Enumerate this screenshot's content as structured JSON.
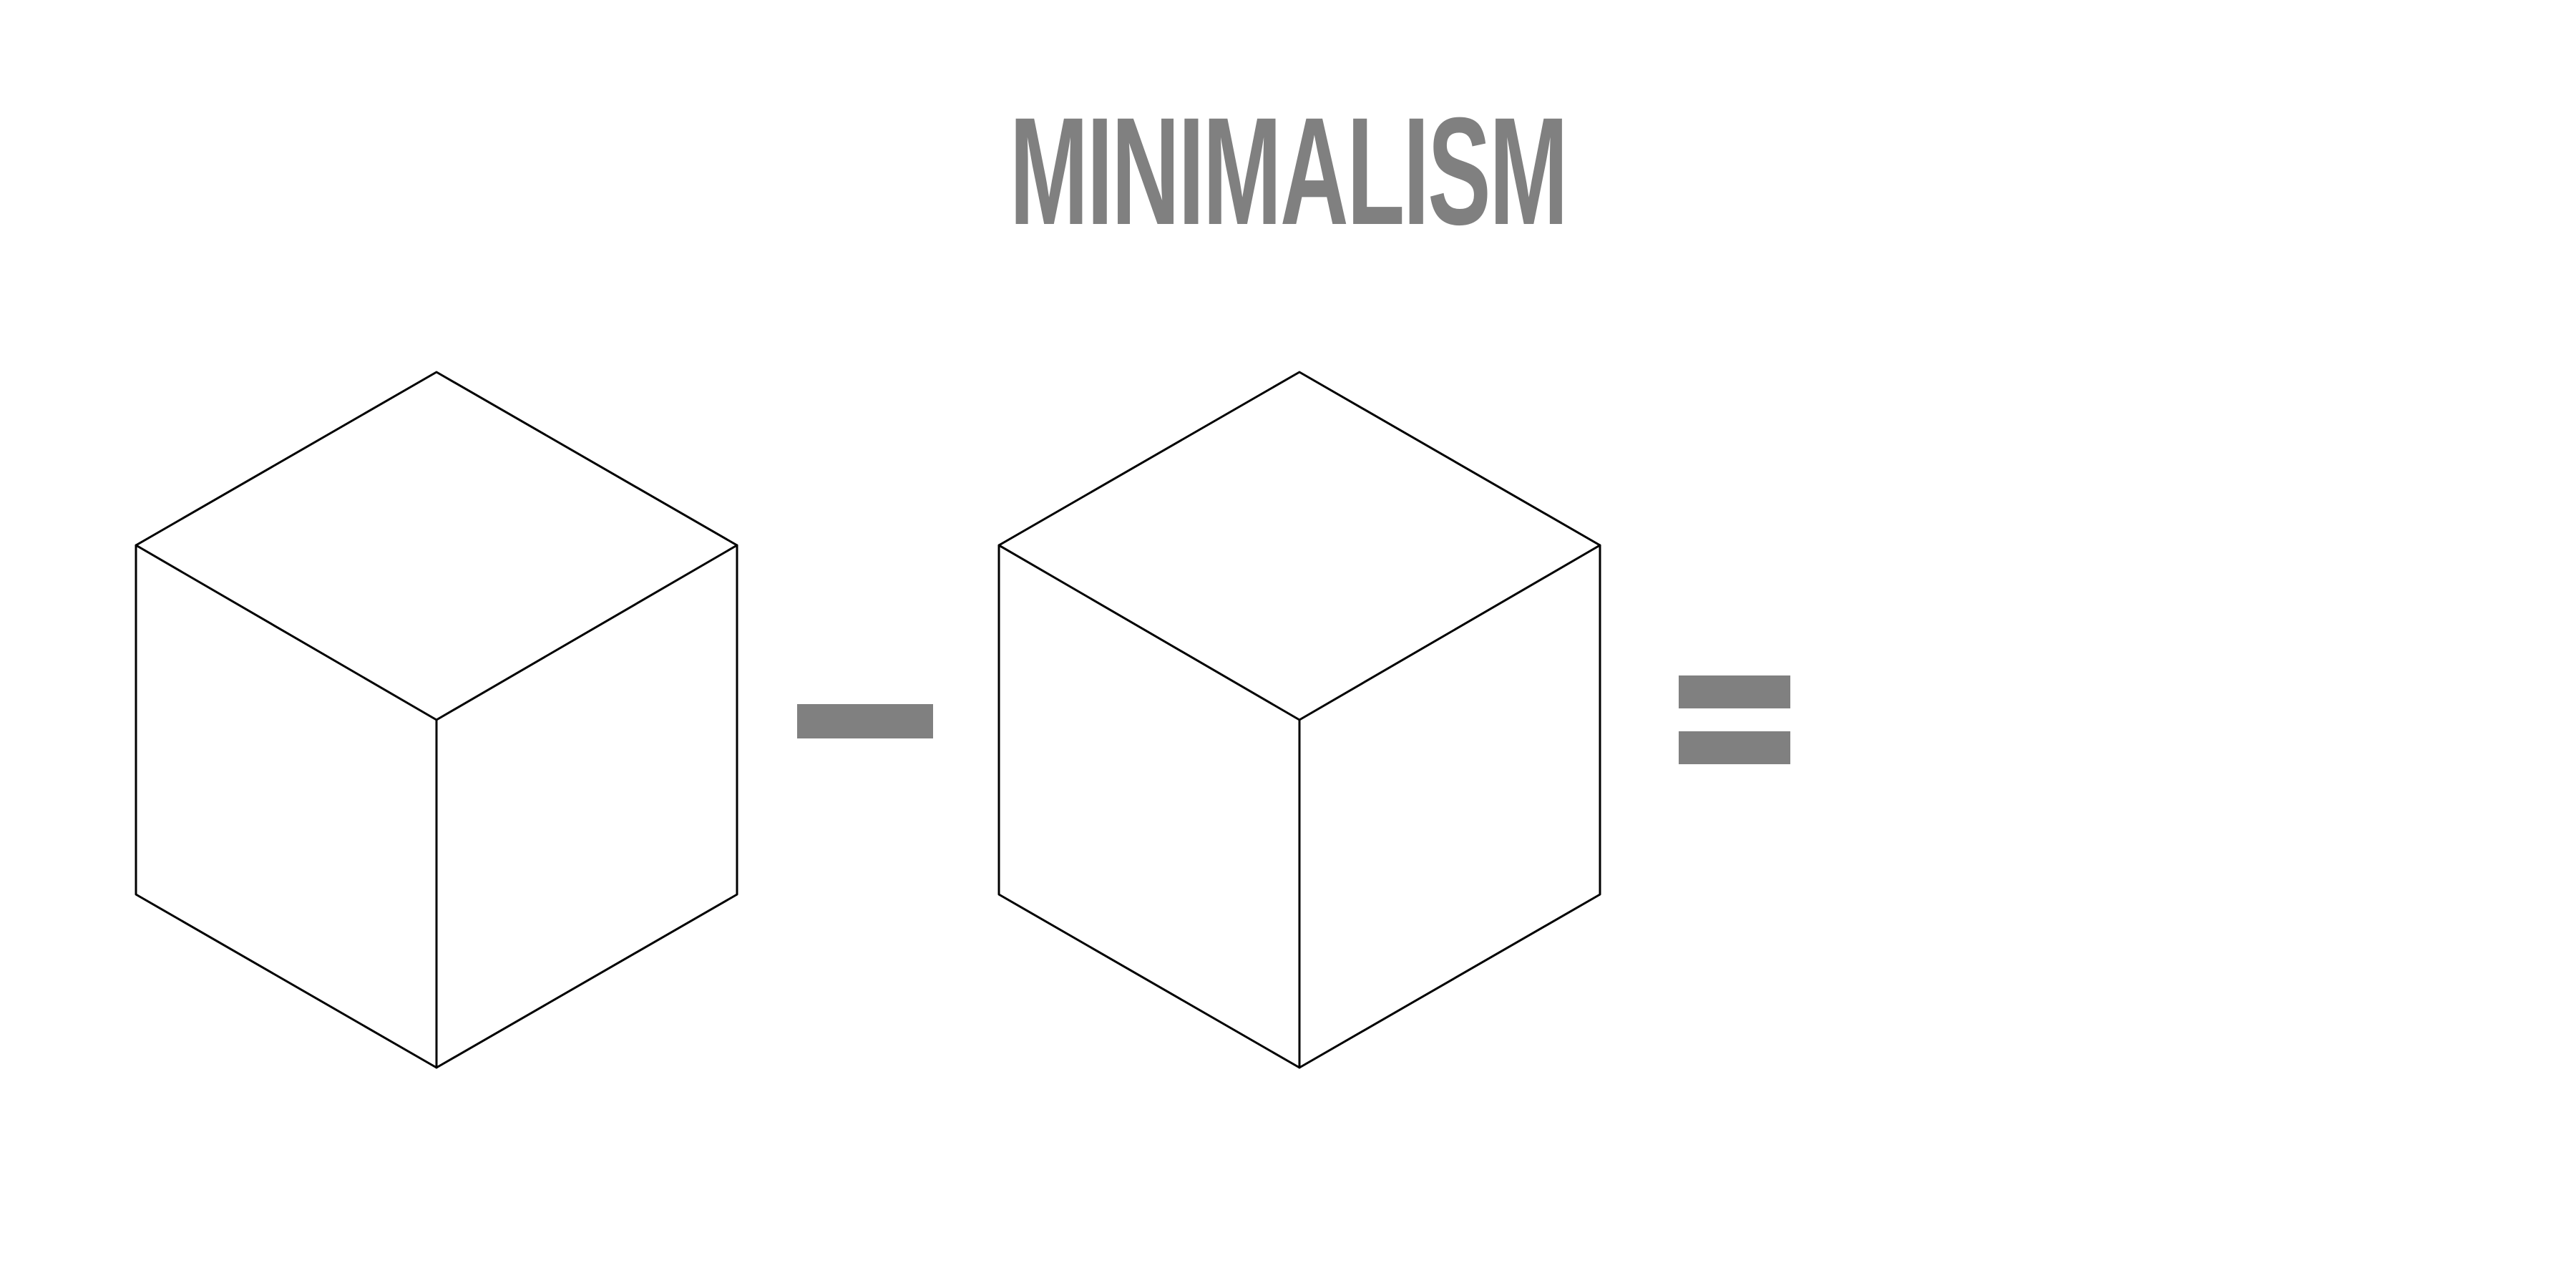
{
  "title": "MINIMALISM",
  "colors": {
    "title": "#808080",
    "operator": "#808080",
    "cube_stroke": "#000000",
    "background": "#ffffff"
  },
  "equation": {
    "left_operand": "cube",
    "operator_1": "minus",
    "right_operand": "cube",
    "operator_2": "equals",
    "result": ""
  }
}
